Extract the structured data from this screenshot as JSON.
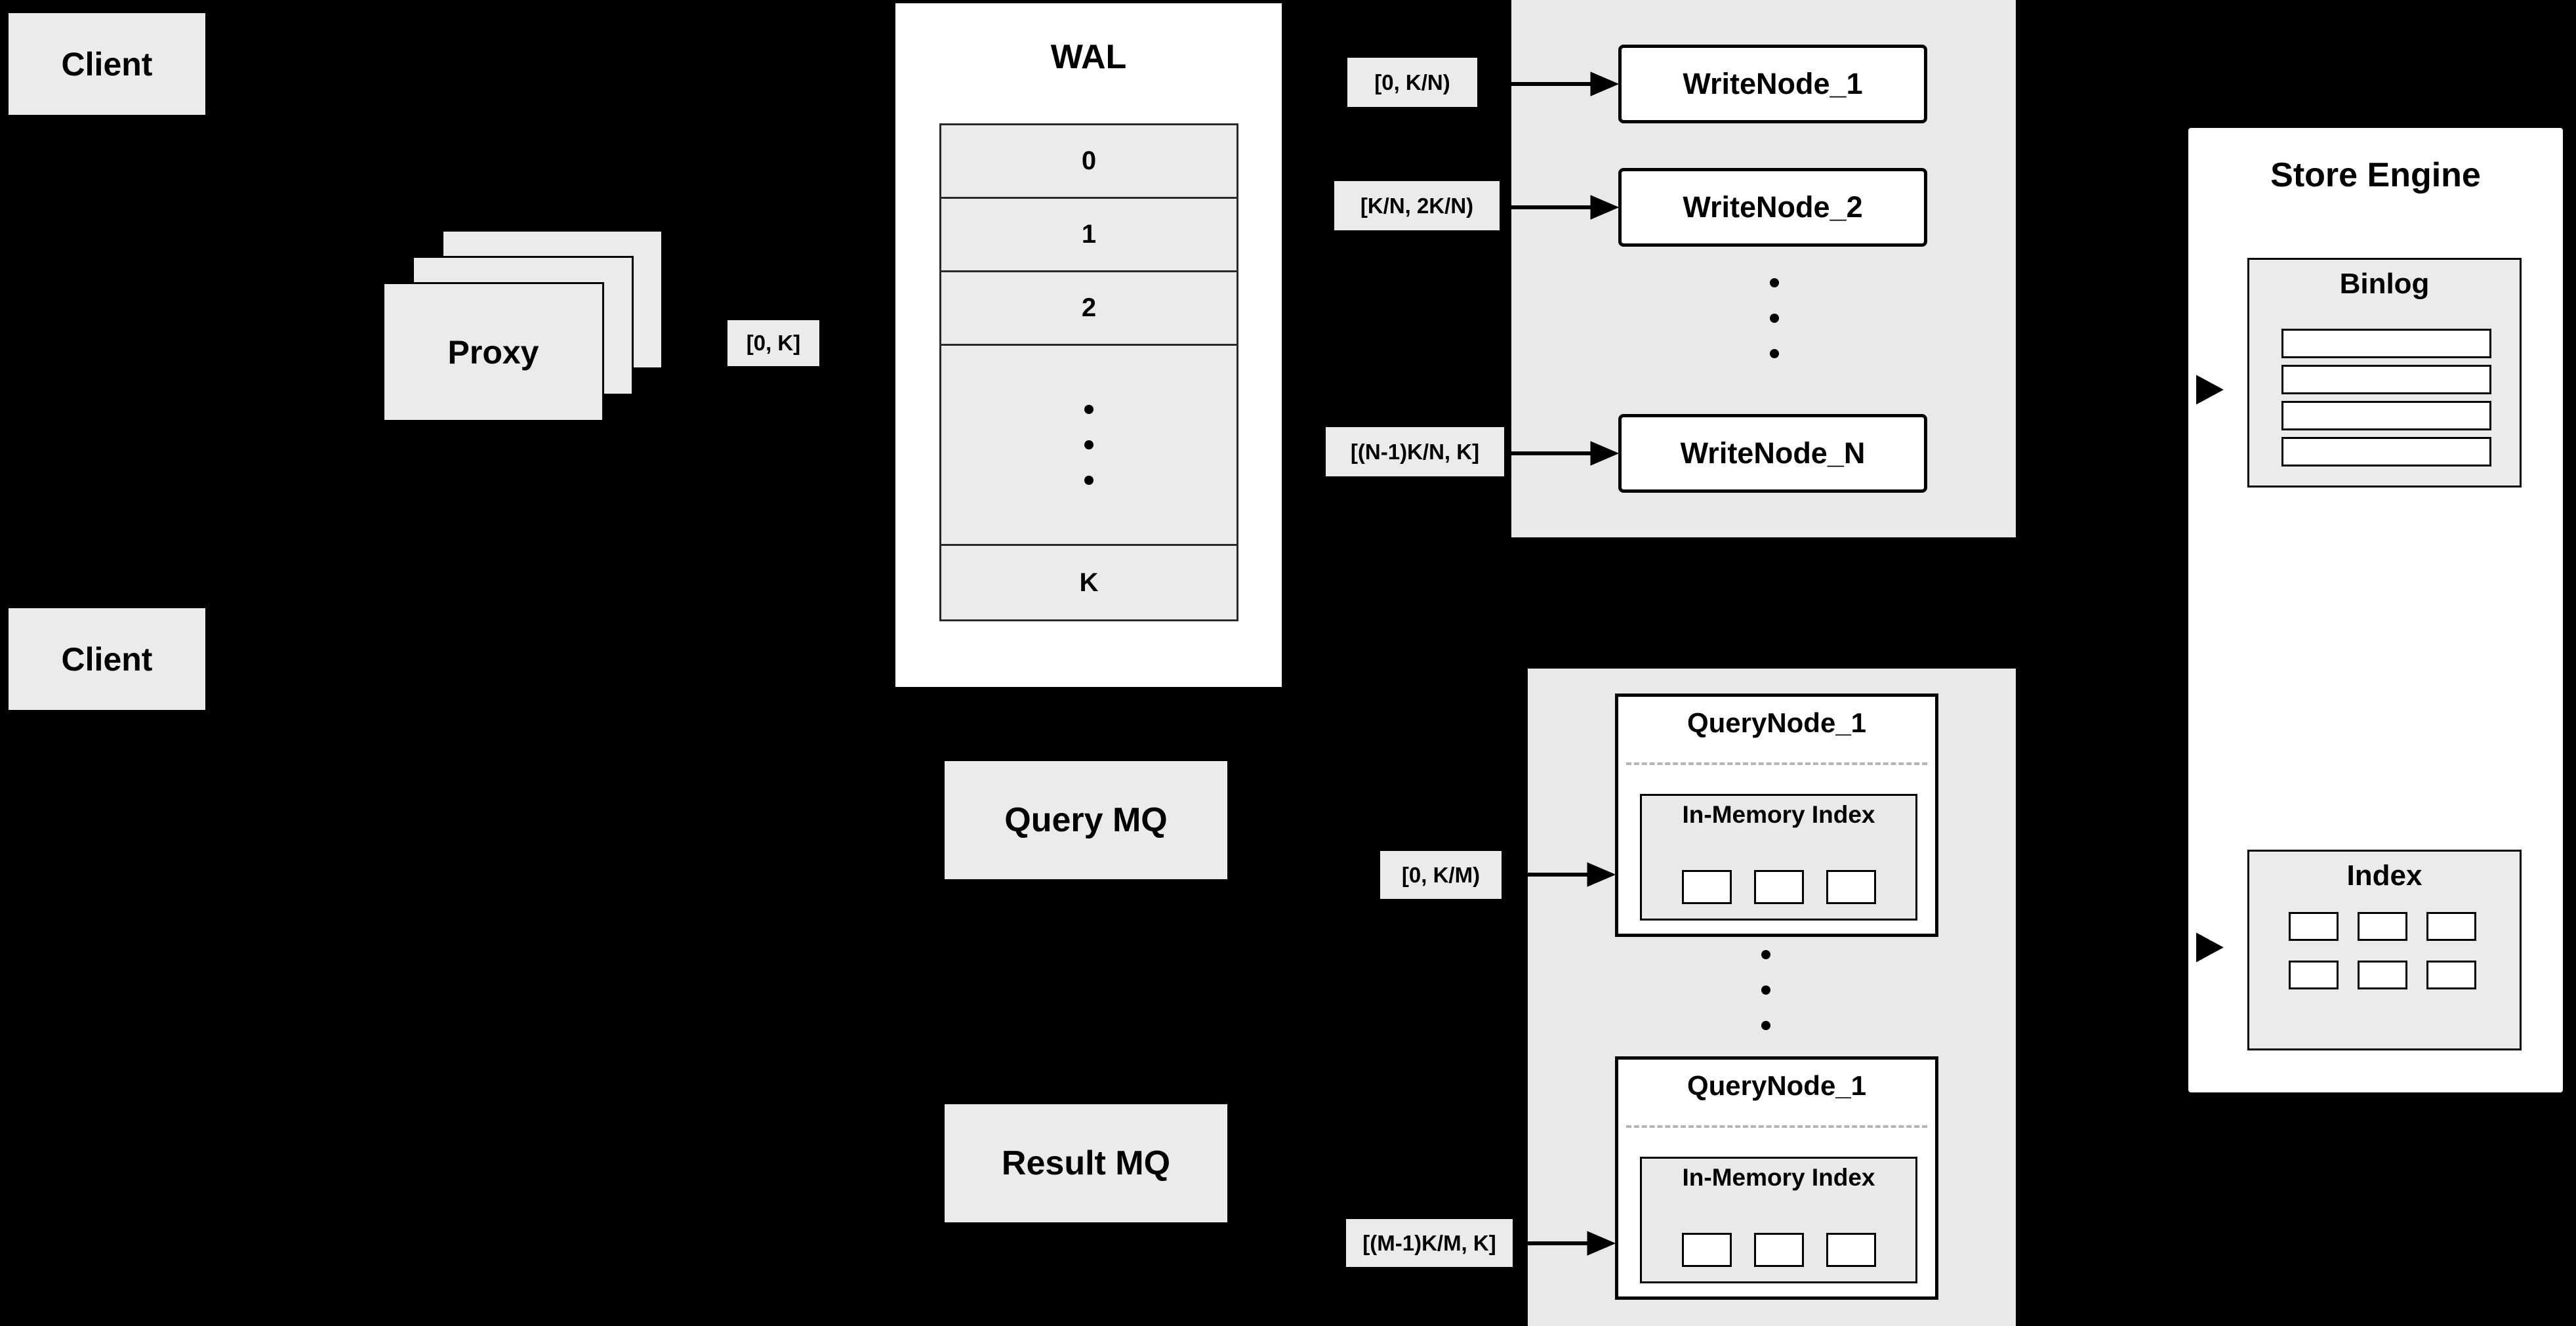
{
  "diagram": {
    "clients": {
      "top_label": "Client",
      "bottom_label": "Client"
    },
    "proxy": {
      "label": "Proxy"
    },
    "range_labels": {
      "proxy_to_wal": "[0, K]",
      "write_1": "[0,  K/N)",
      "write_2": "[K/N, 2K/N)",
      "write_n": "[(N-1)K/N,  K]",
      "query_1": "[0, K/M)",
      "query_m": "[(M-1)K/M, K]"
    },
    "wal": {
      "title": "WAL",
      "rows": [
        "0",
        "1",
        "2"
      ],
      "tail_row": "K"
    },
    "write_nodes": [
      "WriteNode_1",
      "WriteNode_2",
      "WriteNode_N"
    ],
    "mq": {
      "query": "Query MQ",
      "result": "Result MQ"
    },
    "query_nodes": [
      {
        "title": "QueryNode_1",
        "inner_title": "In-Memory Index"
      },
      {
        "title": "QueryNode_1",
        "inner_title": "In-Memory Index"
      }
    ],
    "store_engine": {
      "title": "Store Engine",
      "binlog_title": "Binlog",
      "index_title": "Index"
    }
  },
  "colors": {
    "background": "#000000",
    "box_gray": "#ebebeb",
    "panel_gray": "#e9e9e9",
    "white": "#ffffff",
    "border": "#000000",
    "dashed_separator": "#b5b5b5"
  }
}
